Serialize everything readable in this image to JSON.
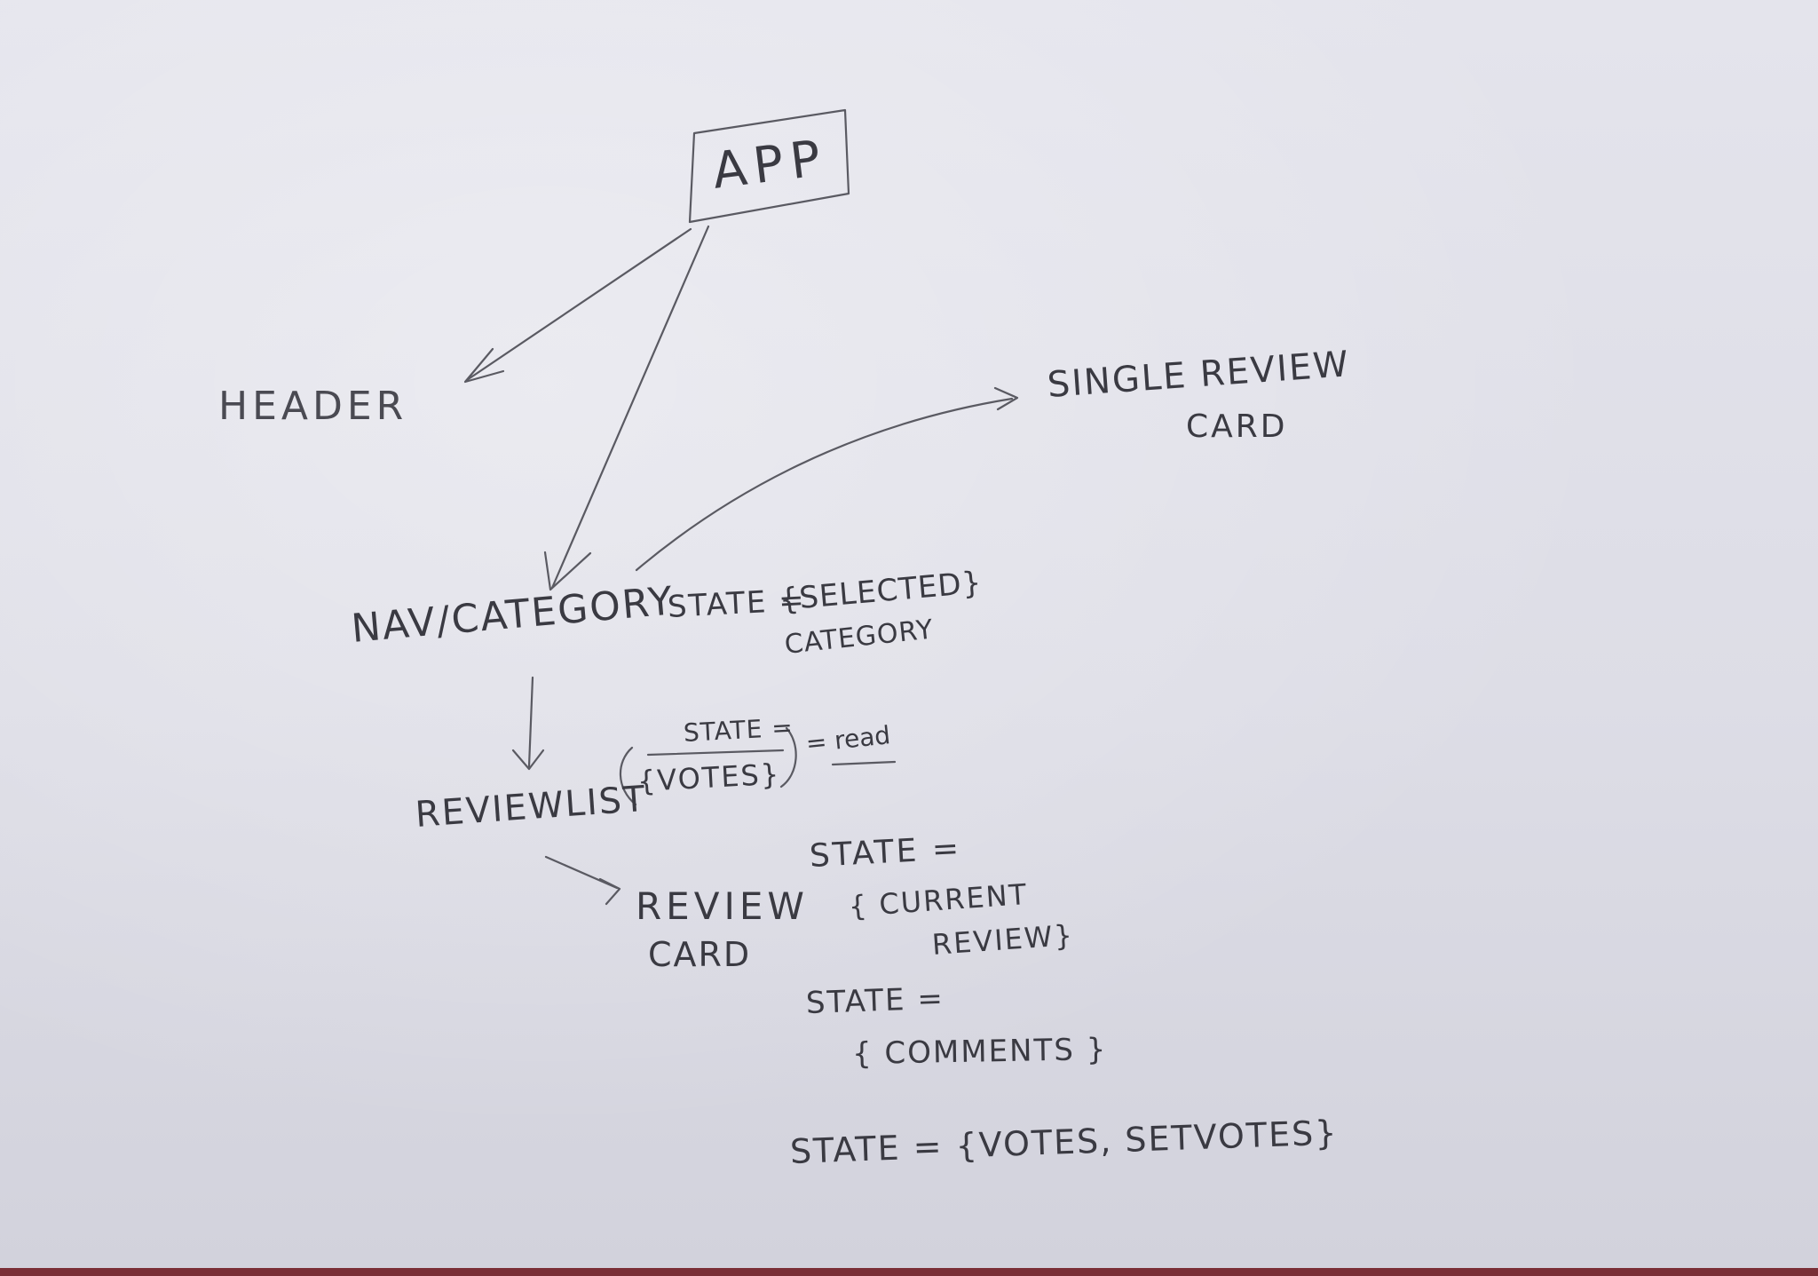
{
  "nodes": {
    "app": "APP",
    "header": "HEADER",
    "single_review_card_line1": "SINGLE REVIEW",
    "single_review_card_line2": "CARD",
    "nav_category": "NAV/CATEGORY",
    "review_list": "REVIEWLIST",
    "review_card_line1": "REVIEW",
    "review_card_line2": "CARD"
  },
  "annotations": {
    "nav_state_prefix": "STATE =",
    "nav_state_line1": "{SELECTED}",
    "nav_state_line2": "CATEGORY",
    "reviewlist_state_top": "STATE =",
    "reviewlist_state_bottom": "{VOTES}",
    "reviewlist_state_suffix": "= read",
    "reviewcard_state1_label": "STATE =",
    "reviewcard_state1_line1": "{ CURRENT",
    "reviewcard_state1_line2": "REVIEW}",
    "reviewcard_state2_label": "STATE =",
    "reviewcard_state2_value": "{ COMMENTS }",
    "reviewcard_state3": "STATE = {VOTES, SETVOTES}"
  },
  "colors": {
    "paper": "#e0e0e8",
    "pencil": "#3a3a42"
  }
}
